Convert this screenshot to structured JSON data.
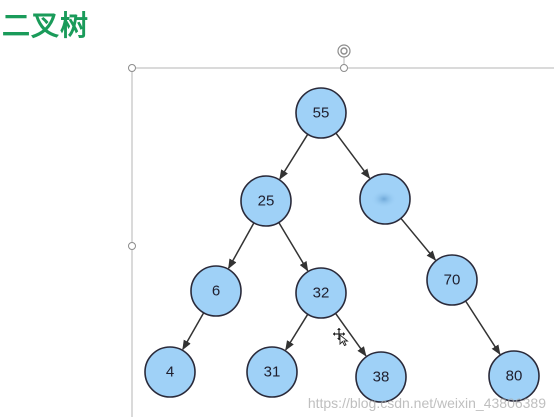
{
  "title": "二叉树",
  "colors": {
    "title": "#1a9b5a",
    "node_fill": "#9fd1f7",
    "node_stroke": "#2a2a3a",
    "edge": "#333333"
  },
  "tree": {
    "nodes": [
      {
        "id": "n55",
        "label": "55"
      },
      {
        "id": "n25",
        "label": "25"
      },
      {
        "id": "nHidden",
        "label": ""
      },
      {
        "id": "n6",
        "label": "6"
      },
      {
        "id": "n32",
        "label": "32"
      },
      {
        "id": "n70",
        "label": "70"
      },
      {
        "id": "n4",
        "label": "4"
      },
      {
        "id": "n31",
        "label": "31"
      },
      {
        "id": "n38",
        "label": "38"
      },
      {
        "id": "n80",
        "label": "80"
      }
    ],
    "edges": [
      {
        "from": "n55",
        "to": "n25"
      },
      {
        "from": "n55",
        "to": "nHidden"
      },
      {
        "from": "n25",
        "to": "n6"
      },
      {
        "from": "n25",
        "to": "n32"
      },
      {
        "from": "nHidden",
        "to": "n70"
      },
      {
        "from": "n6",
        "to": "n4"
      },
      {
        "from": "n32",
        "to": "n31"
      },
      {
        "from": "n32",
        "to": "n38"
      },
      {
        "from": "n70",
        "to": "n80"
      }
    ]
  },
  "watermark": "https://blog.csdn.net/weixin_43806389"
}
